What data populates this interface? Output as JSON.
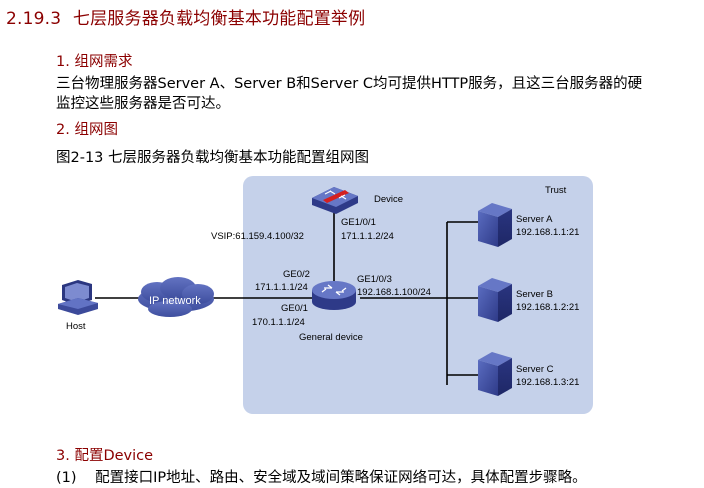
{
  "section": {
    "number": "2.19.3",
    "title": "七层服务器负载均衡基本功能配置举例"
  },
  "subsections": [
    {
      "label": "1. 组网需求"
    },
    {
      "label": "2. 组网图"
    },
    {
      "label": "3. 配置Device"
    }
  ],
  "requirements": {
    "line1": "三台物理服务器Server A、Server B和Server C均可提供HTTP服务，且这三台服务器的硬",
    "line2": "监控这些服务器是否可达。"
  },
  "figure": {
    "caption": "图2-13 七层服务器负载均衡基本功能配置组网图",
    "zone_label": "Trust",
    "device": {
      "name": "Device",
      "port": "GE1/0/1",
      "ip": "171.1.1.2/24",
      "vsip": "VSIP:61.159.4.100/32"
    },
    "general_device": {
      "name": "General device",
      "port_up": "GE0/2",
      "ip_up": "171.1.1.1/24",
      "port_left": "GE0/1",
      "ip_left": "170.1.1.1/24",
      "port_right": "GE1/0/3",
      "ip_right": "192.168.1.100/24"
    },
    "cloud": {
      "label": "IP network"
    },
    "host": {
      "label": "Host"
    },
    "servers": [
      {
        "name": "Server A",
        "addr": "192.168.1.1:21"
      },
      {
        "name": "Server B",
        "addr": "192.168.1.2:21"
      },
      {
        "name": "Server C",
        "addr": "192.168.1.3:21"
      }
    ],
    "colors": {
      "zone_fill": "#c5d1ea",
      "icon_blue": "#4a5aa8",
      "cloud_fill": "#4d5fb0",
      "accent_red": "#d42020"
    }
  },
  "steps": [
    {
      "num": "(1)",
      "text": "配置接口IP地址、路由、安全域及域间策略保证网络可达，具体配置步骤略。"
    }
  ]
}
